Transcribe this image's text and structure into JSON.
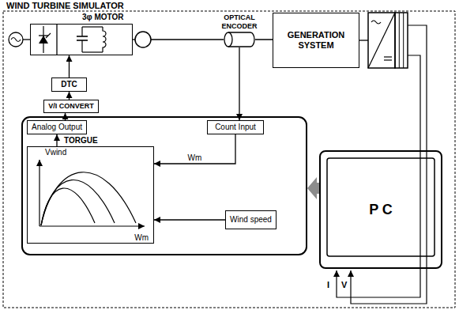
{
  "diagram": {
    "title": "WIND TURBINE SIMULATOR",
    "nodes": [
      {
        "text": [
          "3φ MOTOR"
        ]
      },
      {
        "text": [
          "OPTICAL ENCODER"
        ]
      },
      {
        "text": [
          "GENERATION SYSTEM"
        ]
      },
      {
        "text": [
          "DTC"
        ]
      },
      {
        "text": [
          "V/I CONVERT"
        ]
      },
      {
        "text": [
          "Analog Output"
        ]
      },
      {
        "text": [
          "Count Input"
        ]
      },
      {
        "text": [
          "Vwind",
          "Wm"
        ]
      },
      {
        "text": [
          "Wind speed"
        ]
      },
      {
        "text": [
          "P C"
        ]
      }
    ],
    "edges": [
      {
        "from": 7,
        "to": 5,
        "label": "TORGUE",
        "arrow": "to"
      },
      {
        "from": 5,
        "to": 4,
        "arrow": "to"
      },
      {
        "from": 4,
        "to": 3,
        "arrow": "to"
      },
      {
        "from": 3,
        "to": 0,
        "arrow": "to"
      },
      {
        "from": 1,
        "to": 2,
        "arrow": "none"
      },
      {
        "from": 1,
        "to": 6,
        "arrow": "to"
      },
      {
        "from": 6,
        "to": 7,
        "label": "Wm",
        "arrow": "to"
      },
      {
        "from": 8,
        "to": 7,
        "arrow": "to"
      }
    ],
    "labels": [
      "I",
      "V"
    ]
  }
}
